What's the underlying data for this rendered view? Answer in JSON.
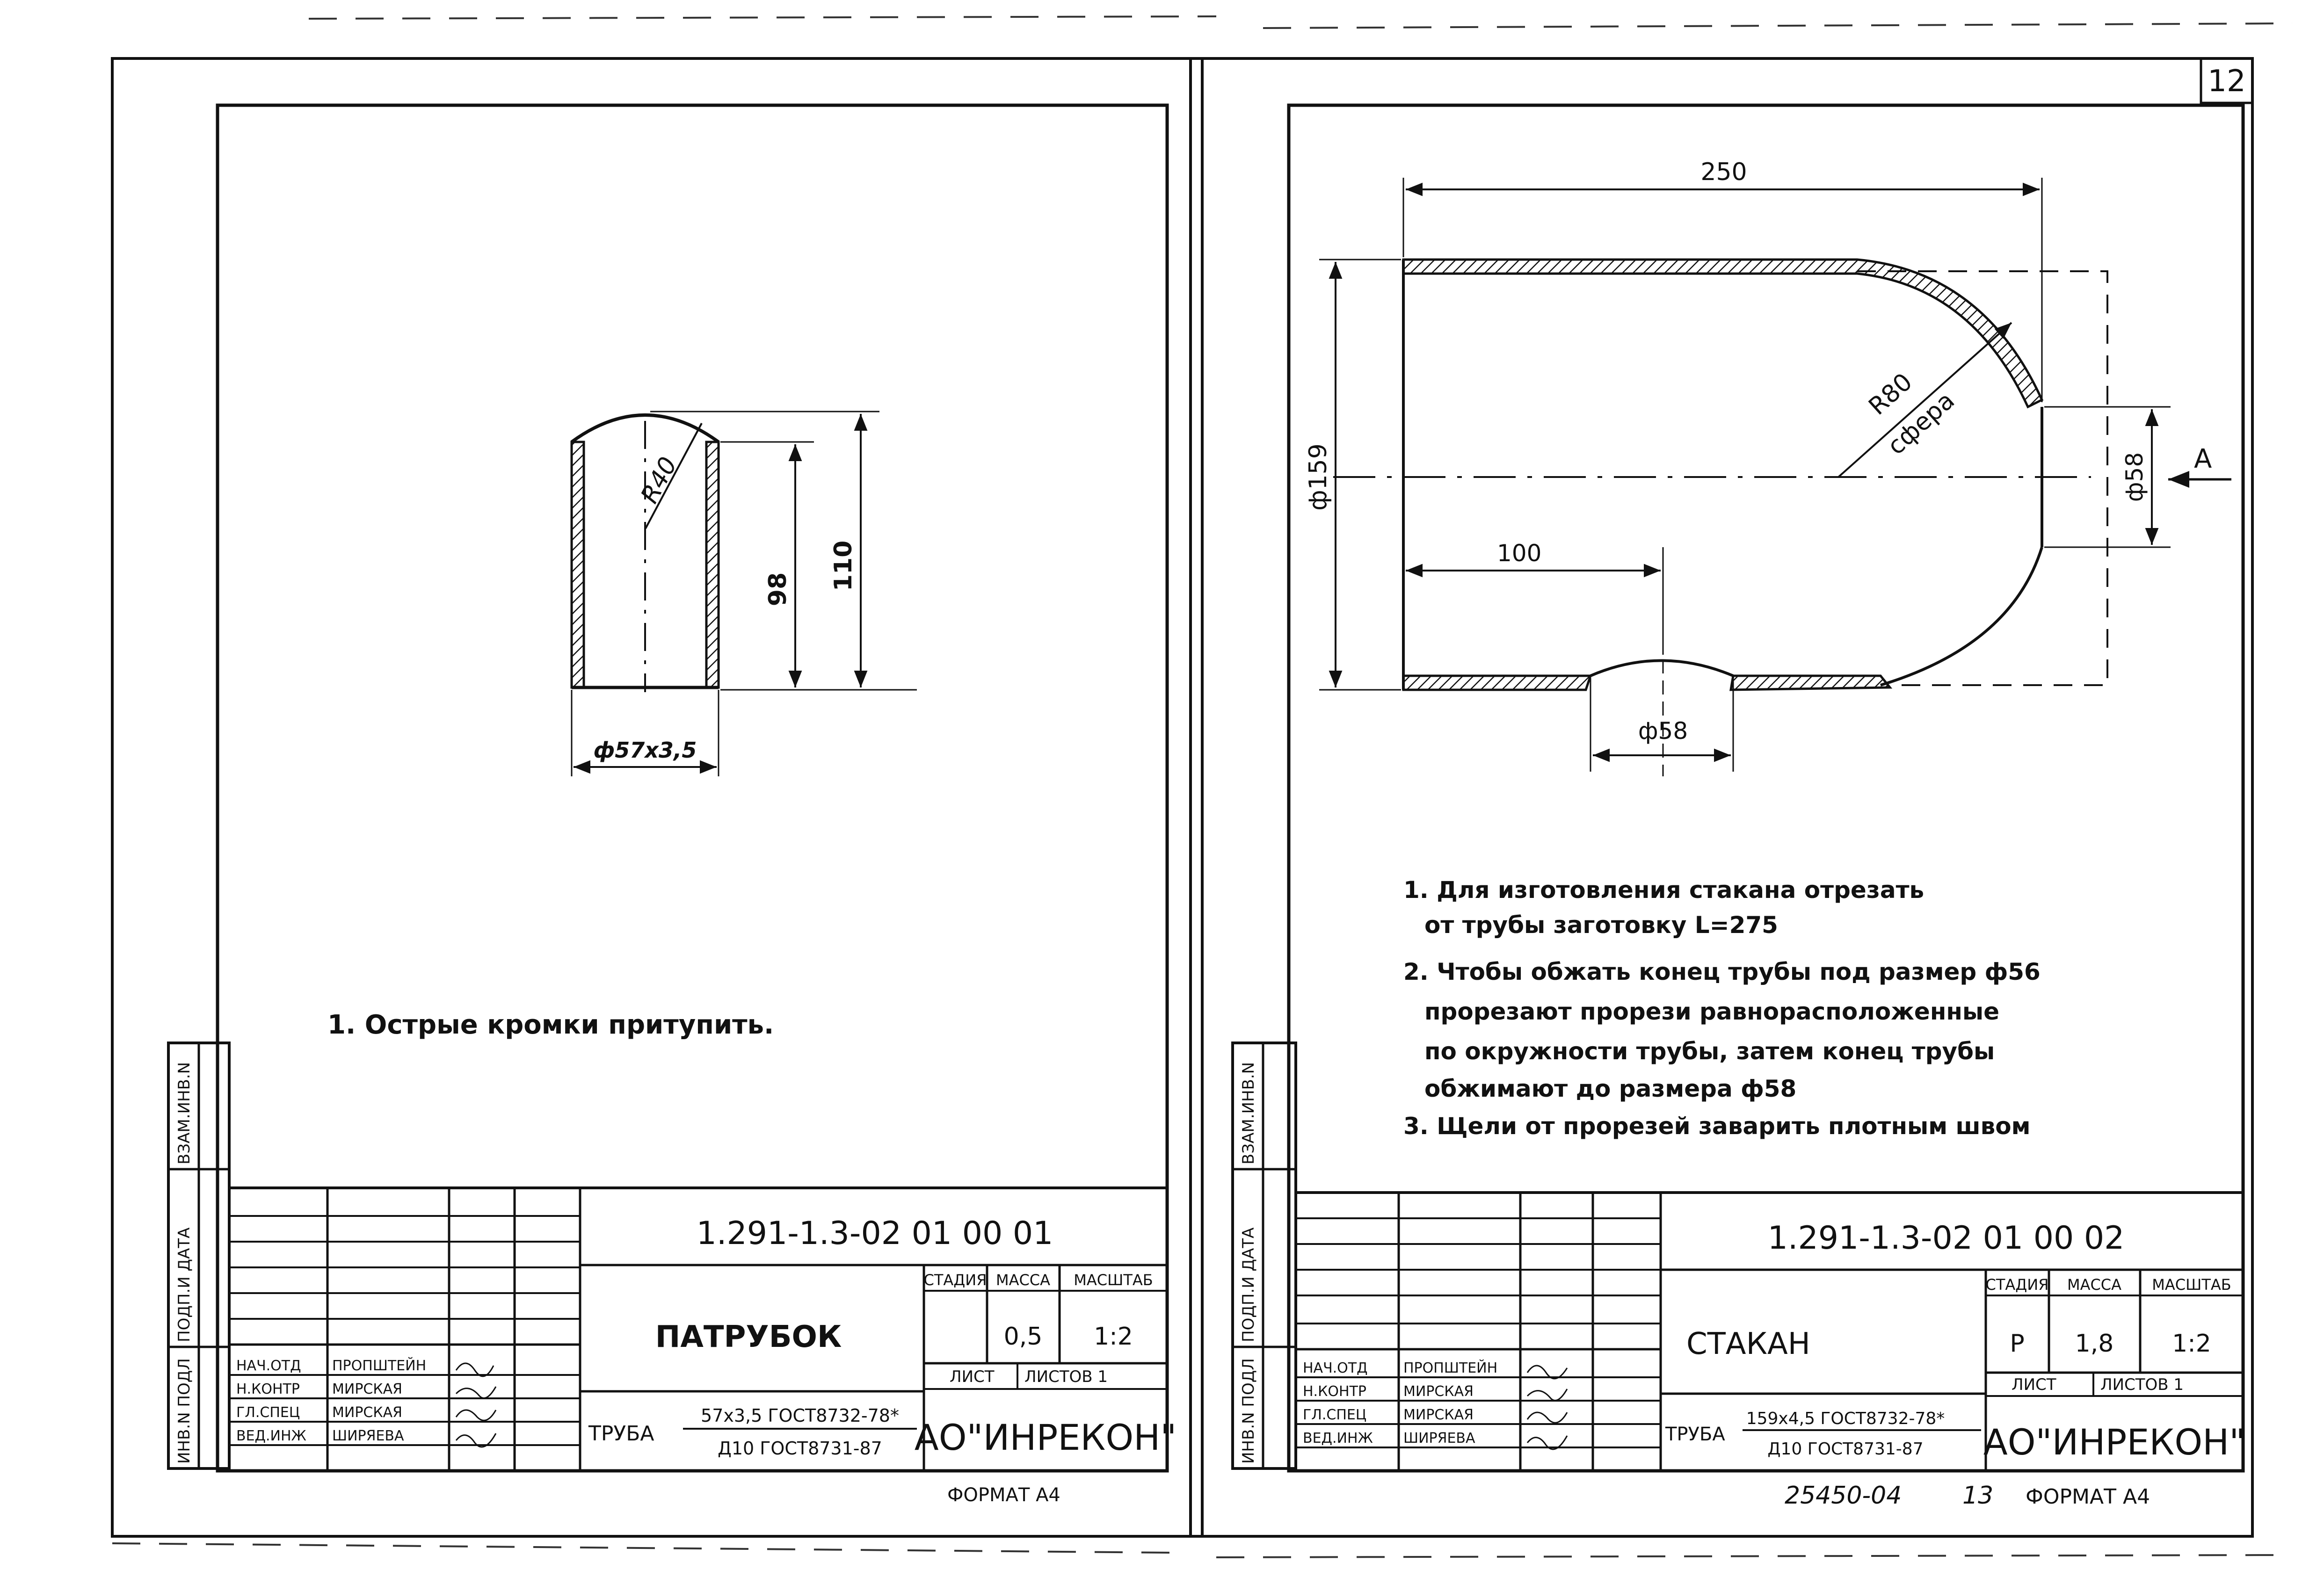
{
  "sheet_number": "12",
  "archive_number": "25450-04",
  "archive_sheet": "13",
  "left": {
    "dims": {
      "radius": "R40",
      "h98": "98",
      "h110": "110",
      "diameter": "ф57х3,5"
    },
    "note": "1. Острые кромки притупить.",
    "title_block": {
      "doc_code": "1.291-1.3-02 01 00 01",
      "name": "ПАТРУБОК",
      "hdr_stage": "СТАДИЯ",
      "hdr_mass": "МАССА",
      "hdr_scale": "МАСШТАБ",
      "stage": "",
      "mass": "0,5",
      "scale": "1:2",
      "sheet_label": "ЛИСТ",
      "sheets_label": "ЛИСТОВ 1",
      "material_label": "ТРУБА",
      "material_top": "57х3,5 ГОСТ8732-78*",
      "material_bottom": "Д10 ГОСТ8731-87",
      "company": "АО\"ИНРЕКОН\"",
      "roles": [
        "НАЧ.ОТД",
        "Н.КОНТР",
        "ГЛ.СПЕЦ",
        "ВЕД.ИНЖ"
      ],
      "names": [
        "ПРОПШТЕЙН",
        "МИРСКАЯ",
        "МИРСКАЯ",
        "ШИРЯЕВА"
      ]
    },
    "side_labels": [
      "ИНВ.N ПОДЛ",
      "ПОДП.И ДАТА",
      "ВЗАМ.ИНВ.N"
    ],
    "format": "ФОРМАТ А4"
  },
  "right": {
    "dims": {
      "d250": "250",
      "d159": "ф159",
      "r80": "R80",
      "sphere": "сфера",
      "d58_end": "ф58",
      "view": "А",
      "d100": "100",
      "d58_bottom": "ф58"
    },
    "notes": [
      "1. Для изготовления стакана отрезать",
      "от трубы заготовку L=275",
      "2. Чтобы обжать конец трубы под размер ф56",
      "прорезают прорези равнорасположенные",
      "по окружности трубы, затем конец трубы",
      "обжимают до размера ф58",
      "3. Щели от прорезей заварить плотным швом"
    ],
    "title_block": {
      "doc_code": "1.291-1.3-02 01 00 02",
      "name": "СТАКАН",
      "hdr_stage": "СТАДИЯ",
      "hdr_mass": "МАССА",
      "hdr_scale": "МАСШТАБ",
      "stage": "Р",
      "mass": "1,8",
      "scale": "1:2",
      "sheet_label": "ЛИСТ",
      "sheets_label": "ЛИСТОВ 1",
      "material_label": "ТРУБА",
      "material_top": "159х4,5 ГОСТ8732-78*",
      "material_bottom": "Д10 ГОСТ8731-87",
      "company": "АО\"ИНРЕКОН\"",
      "roles": [
        "НАЧ.ОТД",
        "Н.КОНТР",
        "ГЛ.СПЕЦ",
        "ВЕД.ИНЖ"
      ],
      "names": [
        "ПРОПШТЕЙН",
        "МИРСКАЯ",
        "МИРСКАЯ",
        "ШИРЯЕВА"
      ]
    },
    "side_labels": [
      "ИНВ.N ПОДЛ",
      "ПОДП.И ДАТА",
      "ВЗАМ.ИНВ.N"
    ],
    "format": "ФОРМАТ А4"
  }
}
